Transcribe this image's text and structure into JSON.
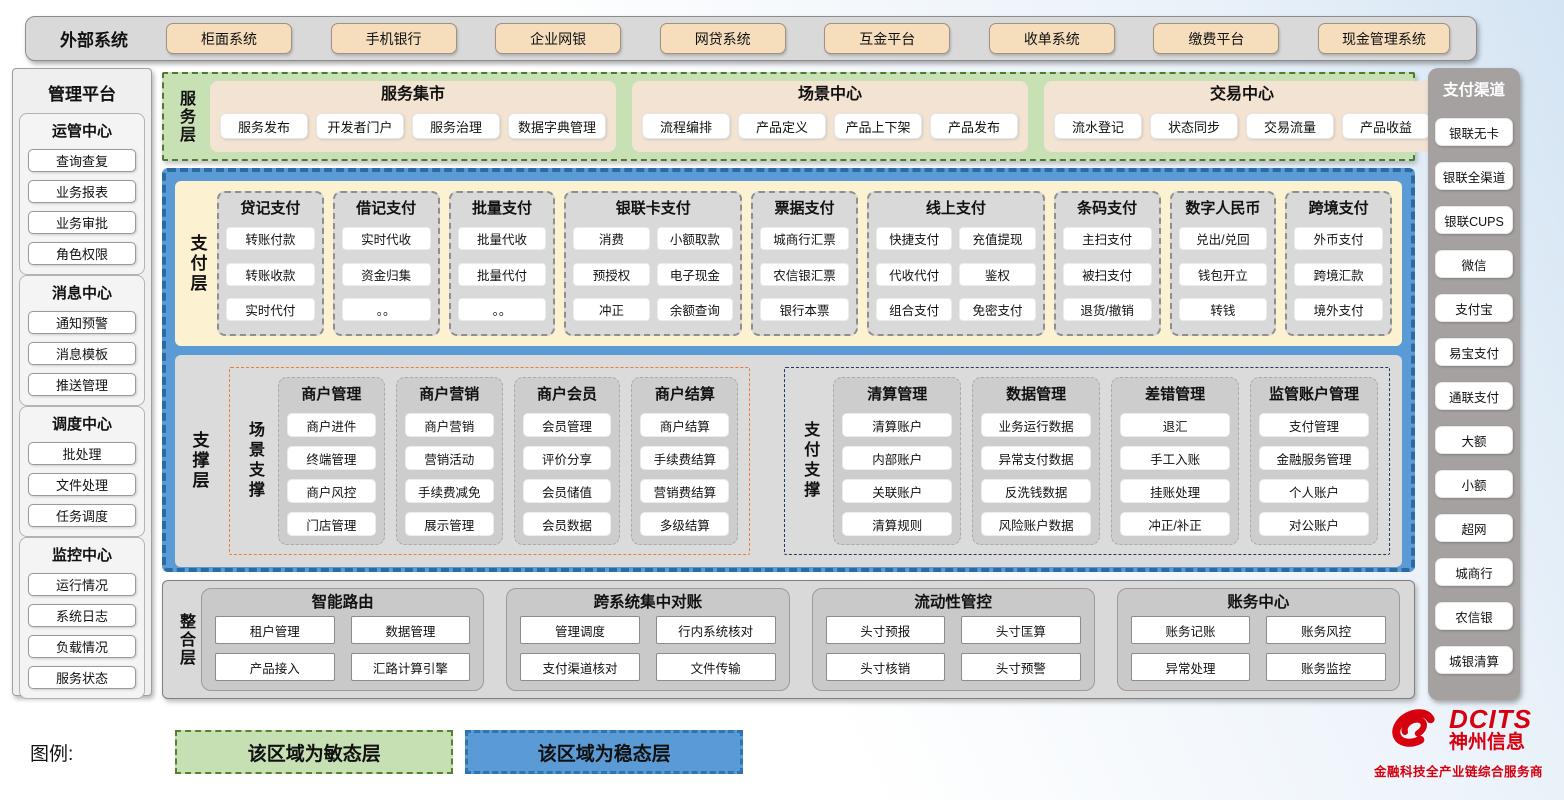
{
  "external_systems": {
    "label": "外部系统",
    "items": [
      "柜面系统",
      "手机银行",
      "企业网银",
      "网贷系统",
      "互金平台",
      "收单系统",
      "缴费平台",
      "现金管理系统"
    ]
  },
  "management_platform": {
    "title": "管理平台",
    "sections": [
      {
        "title": "运管中心",
        "items": [
          "查询查复",
          "业务报表",
          "业务审批",
          "角色权限"
        ]
      },
      {
        "title": "消息中心",
        "items": [
          "通知预警",
          "消息模板",
          "推送管理"
        ]
      },
      {
        "title": "调度中心",
        "items": [
          "批处理",
          "文件处理",
          "任务调度"
        ]
      },
      {
        "title": "监控中心",
        "items": [
          "运行情况",
          "系统日志",
          "负载情况",
          "服务状态"
        ]
      }
    ]
  },
  "service_layer": {
    "label": "服务层",
    "groups": [
      {
        "title": "服务集市",
        "items": [
          "服务发布",
          "开发者门户",
          "服务治理",
          "数据字典管理"
        ]
      },
      {
        "title": "场景中心",
        "items": [
          "流程编排",
          "产品定义",
          "产品上下架",
          "产品发布"
        ]
      },
      {
        "title": "交易中心",
        "items": [
          "流水登记",
          "状态同步",
          "交易流量",
          "产品收益"
        ]
      }
    ]
  },
  "payment_layer": {
    "label": "支付层",
    "columns": [
      {
        "title": "贷记支付",
        "cols": 1,
        "items": [
          "转账付款",
          "转账收款",
          "实时代付"
        ]
      },
      {
        "title": "借记支付",
        "cols": 1,
        "items": [
          "实时代收",
          "资金归集",
          "。。"
        ]
      },
      {
        "title": "批量支付",
        "cols": 1,
        "items": [
          "批量代收",
          "批量代付",
          "。。"
        ]
      },
      {
        "title": "银联卡支付",
        "cols": 2,
        "items": [
          "消费",
          "小额取款",
          "预授权",
          "电子现金",
          "冲正",
          "余额查询"
        ]
      },
      {
        "title": "票据支付",
        "cols": 1,
        "items": [
          "城商行汇票",
          "农信银汇票",
          "银行本票"
        ]
      },
      {
        "title": "线上支付",
        "cols": 2,
        "items": [
          "快捷支付",
          "充值提现",
          "代收代付",
          "鉴权",
          "组合支付",
          "免密支付"
        ]
      },
      {
        "title": "条码支付",
        "cols": 1,
        "items": [
          "主扫支付",
          "被扫支付",
          "退货/撤销"
        ]
      },
      {
        "title": "数字人民币",
        "cols": 1,
        "items": [
          "兑出/兑回",
          "钱包开立",
          "转钱"
        ]
      },
      {
        "title": "跨境支付",
        "cols": 1,
        "items": [
          "外币支付",
          "跨境汇款",
          "境外支付"
        ]
      }
    ]
  },
  "support_layer": {
    "label": "支撑层",
    "groups": [
      {
        "label": "场景支撑",
        "accent": "#ED7D31",
        "columns": [
          {
            "title": "商户管理",
            "items": [
              "商户进件",
              "终端管理",
              "商户风控",
              "门店管理"
            ]
          },
          {
            "title": "商户营销",
            "items": [
              "商户营销",
              "营销活动",
              "手续费减免",
              "展示管理"
            ]
          },
          {
            "title": "商户会员",
            "items": [
              "会员管理",
              "评价分享",
              "会员储值",
              "会员数据"
            ]
          },
          {
            "title": "商户结算",
            "items": [
              "商户结算",
              "手续费结算",
              "营销费结算",
              "多级结算"
            ]
          }
        ]
      },
      {
        "label": "支付支撑",
        "accent": "#203864",
        "columns": [
          {
            "title": "清算管理",
            "items": [
              "清算账户",
              "内部账户",
              "关联账户",
              "清算规则"
            ]
          },
          {
            "title": "数据管理",
            "items": [
              "业务运行数据",
              "异常支付数据",
              "反洗钱数据",
              "风险账户数据"
            ]
          },
          {
            "title": "差错管理",
            "items": [
              "退汇",
              "手工入账",
              "挂账处理",
              "冲正/补正"
            ]
          },
          {
            "title": "监管账户管理",
            "items": [
              "支付管理",
              "金融服务管理",
              "个人账户",
              "对公账户"
            ]
          }
        ]
      }
    ]
  },
  "integration_layer": {
    "label": "整合层",
    "groups": [
      {
        "title": "智能路由",
        "items": [
          "租户管理",
          "数据管理",
          "产品接入",
          "汇路计算引擎"
        ]
      },
      {
        "title": "跨系统集中对账",
        "items": [
          "管理调度",
          "行内系统核对",
          "支付渠道核对",
          "文件传输"
        ]
      },
      {
        "title": "流动性管控",
        "items": [
          "头寸预报",
          "头寸匡算",
          "头寸核销",
          "头寸预警"
        ]
      },
      {
        "title": "账务中心",
        "items": [
          "账务记账",
          "账务风控",
          "异常处理",
          "账务监控"
        ]
      }
    ]
  },
  "payment_channels": {
    "title": "支付渠道",
    "items": [
      "银联无卡",
      "银联全渠道",
      "银联CUPS",
      "微信",
      "支付宝",
      "易宝支付",
      "通联支付",
      "大额",
      "小额",
      "超网",
      "城商行",
      "农信银",
      "城银清算"
    ]
  },
  "legend": {
    "label": "图例:",
    "items": [
      {
        "text": "该区域为敏态层",
        "fill": "#C6E0B4",
        "border": "#548235"
      },
      {
        "text": "该区域为稳态层",
        "fill": "#5B9BD5",
        "border": "#2E75B6"
      }
    ]
  },
  "branding": {
    "name": "DCITS",
    "company": "神州信息",
    "tagline": "金融科技全产业链综合服务商",
    "color": "#D7000F"
  }
}
